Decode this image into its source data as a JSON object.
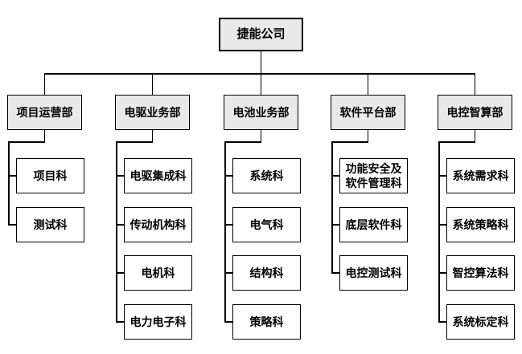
{
  "diagram": {
    "type": "org_chart",
    "title_node": "捷能公司",
    "departments": [
      {
        "label": "项目运营部",
        "sections": [
          "项目科",
          "测试科"
        ]
      },
      {
        "label": "电驱业务部",
        "sections": [
          "电驱集成科",
          "传动机构科",
          "电机科",
          "电力电子科"
        ]
      },
      {
        "label": "电池业务部",
        "sections": [
          "系统科",
          "电气科",
          "结构科",
          "策略科"
        ]
      },
      {
        "label": "软件平台部",
        "sections": [
          "功能安全及\n软件管理科",
          "底层软件科",
          "电控测试科"
        ]
      },
      {
        "label": "电控智算部",
        "sections": [
          "系统需求科",
          "系统策略科",
          "智控算法科",
          "系统标定科"
        ]
      }
    ],
    "colors": {
      "background": "#ffffff",
      "branch_fill": "#e9e9e9",
      "leaf_fill": "#ffffff",
      "border": "#000000",
      "connector": "#000000"
    }
  }
}
